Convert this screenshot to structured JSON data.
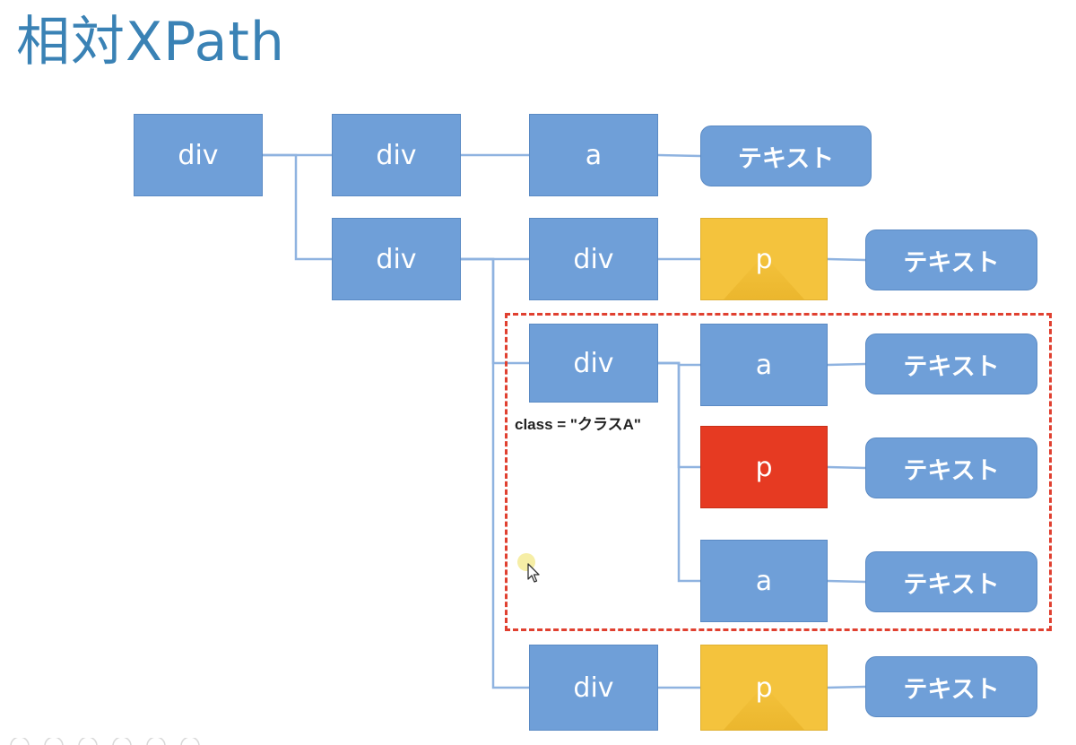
{
  "title": "相対XPath",
  "class_attribute_label": "class = \"クラスA\"",
  "colors": {
    "node_blue": "#6f9fd8",
    "highlight_yellow": "#f4c33d",
    "target_red": "#e63a22",
    "selection_dashed": "#e04030",
    "title": "#3a82b5"
  },
  "nodes": [
    {
      "id": "n1",
      "label": "div",
      "kind": "rect",
      "color": "blue"
    },
    {
      "id": "n2",
      "label": "div",
      "kind": "rect",
      "color": "blue"
    },
    {
      "id": "n3",
      "label": "a",
      "kind": "rect",
      "color": "blue"
    },
    {
      "id": "n4",
      "label": "テキスト",
      "kind": "text",
      "color": "blue"
    },
    {
      "id": "n5",
      "label": "div",
      "kind": "rect",
      "color": "blue"
    },
    {
      "id": "n6",
      "label": "div",
      "kind": "rect",
      "color": "blue"
    },
    {
      "id": "n7",
      "label": "p",
      "kind": "rect",
      "color": "yellow"
    },
    {
      "id": "n8",
      "label": "テキスト",
      "kind": "text",
      "color": "blue"
    },
    {
      "id": "n9",
      "label": "div",
      "kind": "rect",
      "color": "blue"
    },
    {
      "id": "n10",
      "label": "a",
      "kind": "rect",
      "color": "blue"
    },
    {
      "id": "n11",
      "label": "テキスト",
      "kind": "text",
      "color": "blue"
    },
    {
      "id": "n12",
      "label": "p",
      "kind": "rect",
      "color": "red"
    },
    {
      "id": "n13",
      "label": "テキスト",
      "kind": "text",
      "color": "blue"
    },
    {
      "id": "n14",
      "label": "a",
      "kind": "rect",
      "color": "blue"
    },
    {
      "id": "n15",
      "label": "テキスト",
      "kind": "text",
      "color": "blue"
    },
    {
      "id": "n16",
      "label": "div",
      "kind": "rect",
      "color": "blue"
    },
    {
      "id": "n17",
      "label": "p",
      "kind": "rect",
      "color": "yellow"
    },
    {
      "id": "n18",
      "label": "テキスト",
      "kind": "text",
      "color": "blue"
    }
  ],
  "edges": [
    [
      "n1",
      "n2"
    ],
    [
      "n1",
      "n5"
    ],
    [
      "n2",
      "n3"
    ],
    [
      "n3",
      "n4"
    ],
    [
      "n5",
      "n6"
    ],
    [
      "n5",
      "n9"
    ],
    [
      "n5",
      "n16"
    ],
    [
      "n6",
      "n7"
    ],
    [
      "n7",
      "n8"
    ],
    [
      "n9",
      "n10"
    ],
    [
      "n9",
      "n12"
    ],
    [
      "n9",
      "n14"
    ],
    [
      "n10",
      "n11"
    ],
    [
      "n12",
      "n13"
    ],
    [
      "n14",
      "n15"
    ],
    [
      "n16",
      "n17"
    ],
    [
      "n17",
      "n18"
    ]
  ]
}
